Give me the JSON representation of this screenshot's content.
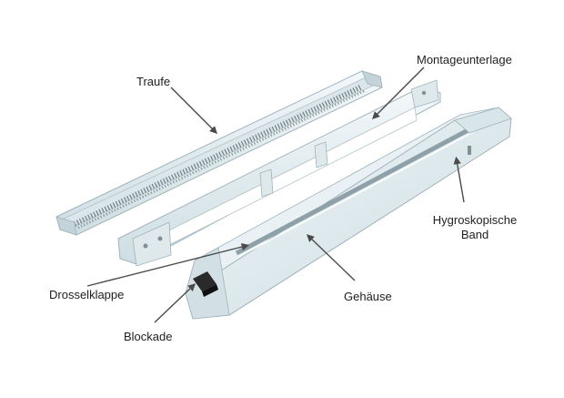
{
  "labels": {
    "traufe": "Traufe",
    "montageunterlage": "Montageunterlage",
    "hygroskopische_line1": "Hygroskopische",
    "hygroskopische_line2": "Band",
    "drosselklappe": "Drosselklappe",
    "gehaeuse": "Gehäuse",
    "blockade": "Blockade"
  },
  "colors": {
    "part_body": "#e4eef1",
    "part_edge": "#9fb3bb",
    "part_shadow": "#c3d3d9",
    "grille": "#6f7f86",
    "damper_block": "#2a2a2a",
    "arrow": "#4a4a4a",
    "text": "#1e1e1e"
  }
}
